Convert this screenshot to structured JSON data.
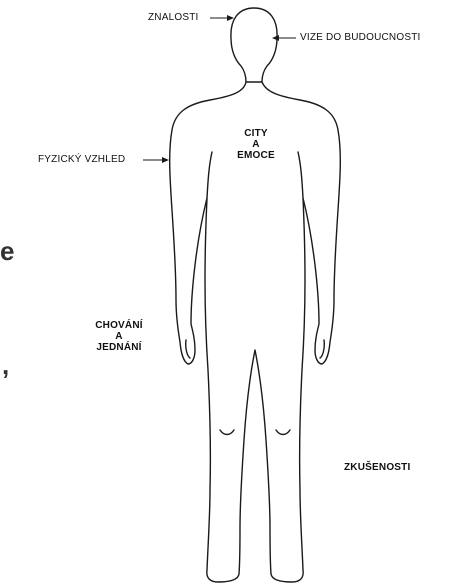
{
  "labels": {
    "knowledge": "ZNALOSTI",
    "vision": "VIZE DO BUDOUCNOSTI",
    "appearance": "FYZICKÝ VZHLED",
    "feelings": [
      "CITY",
      "A",
      "EMOCE"
    ],
    "behavior": [
      "CHOVÁNÍ",
      "A",
      "JEDNÁNÍ"
    ],
    "experience": "ZKUŠENOSTI"
  },
  "edge_fragments": {
    "letter": "e",
    "comma": ","
  }
}
